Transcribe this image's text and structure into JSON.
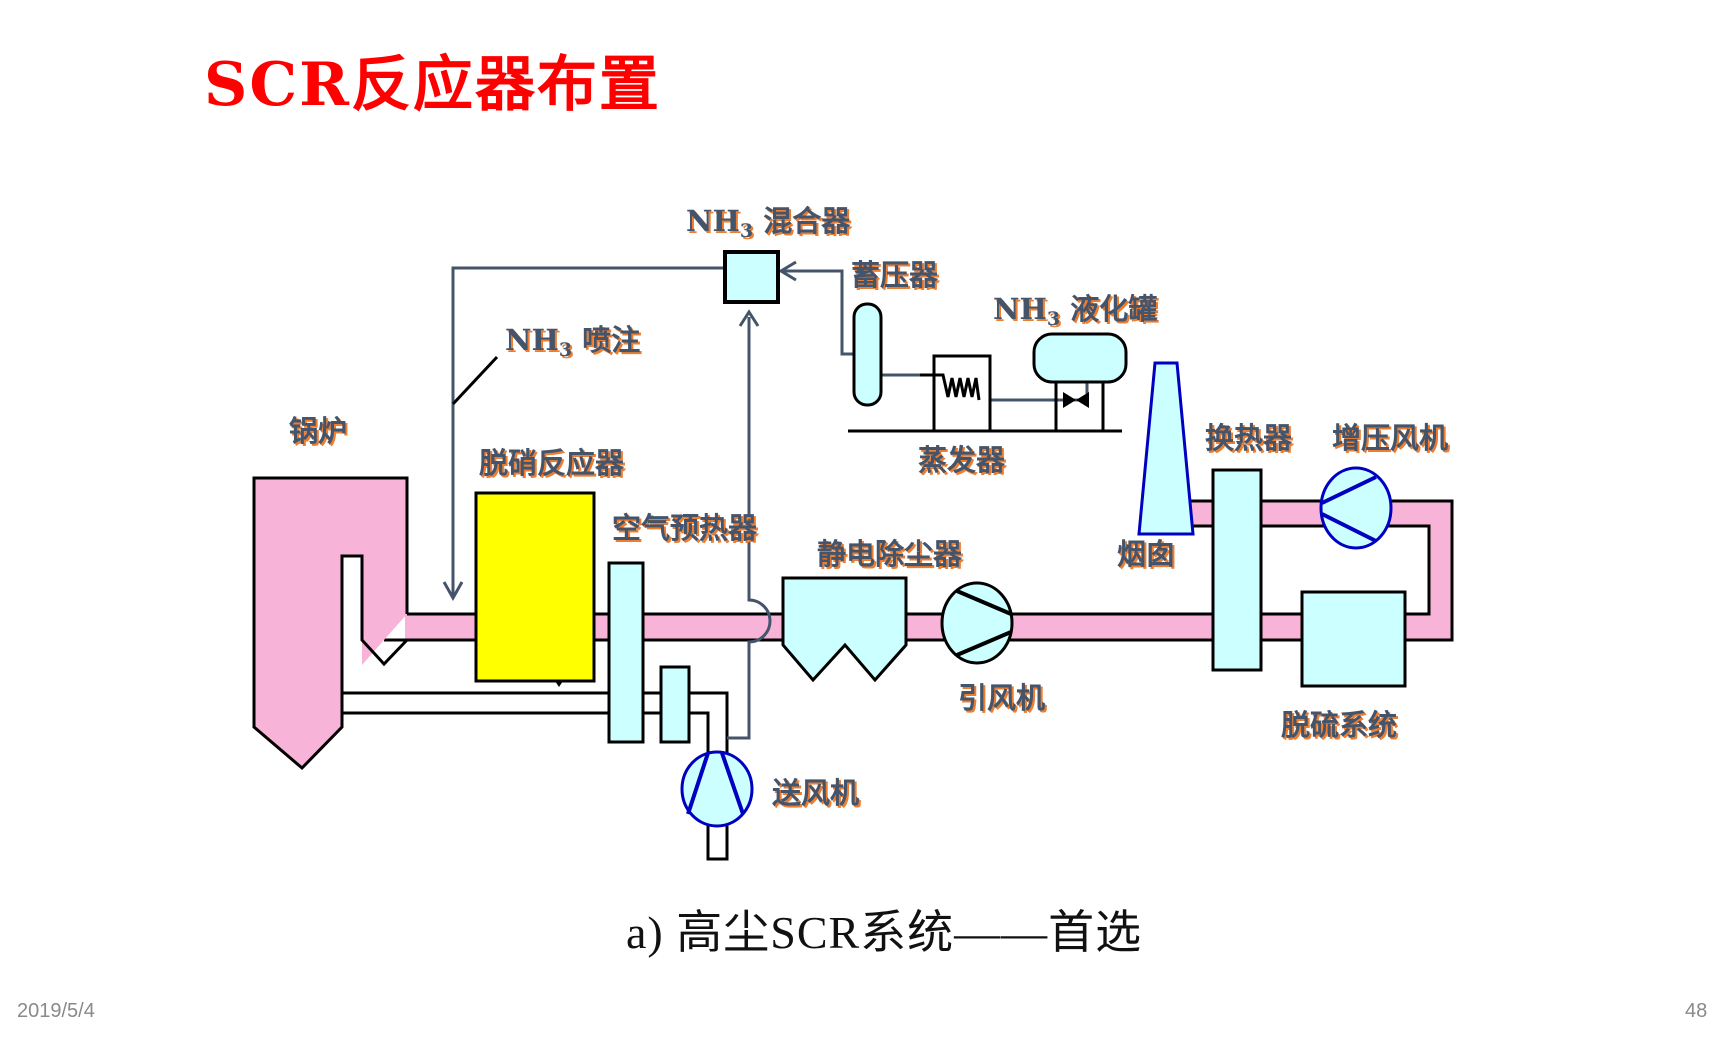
{
  "slide": {
    "title": "SCR反应器布置",
    "caption": "a) 高尘SCR系统——首选",
    "footer_date": "2019/5/4",
    "page_number": "48"
  },
  "colors": {
    "title": "#ff0000",
    "label_text": "#44546a",
    "label_shadow": "#ed7d31",
    "flue_gas_duct": "#f8b3d8",
    "equipment_fill": "#ccffff",
    "reactor_fill": "#ffff00",
    "nh3_line": "#44546a",
    "fan_outline_blue": "#0000c0"
  },
  "labels": {
    "nh3_mixer": {
      "prefix": "NH",
      "sub": "3",
      "text": " 混合器"
    },
    "accumulator": {
      "text": "蓄压器"
    },
    "nh3_tank": {
      "prefix": "NH",
      "sub": "3",
      "text": " 液化罐"
    },
    "nh3_injection": {
      "prefix": "NH",
      "sub": "3",
      "text": " 喷注"
    },
    "boiler": {
      "text": "锅炉"
    },
    "scr_reactor": {
      "text": "脱硝反应器"
    },
    "evaporator": {
      "text": "蒸发器"
    },
    "air_preheater": {
      "text": "空气预热器"
    },
    "esp": {
      "text": "静电除尘器"
    },
    "chimney": {
      "text": "烟囱"
    },
    "heat_exchanger": {
      "text": "换热器"
    },
    "booster_fan": {
      "text": "增压风机"
    },
    "id_fan": {
      "text": "引风机"
    },
    "fgd_system": {
      "text": "脱硫系统"
    },
    "fd_fan": {
      "text": "送风机"
    }
  }
}
